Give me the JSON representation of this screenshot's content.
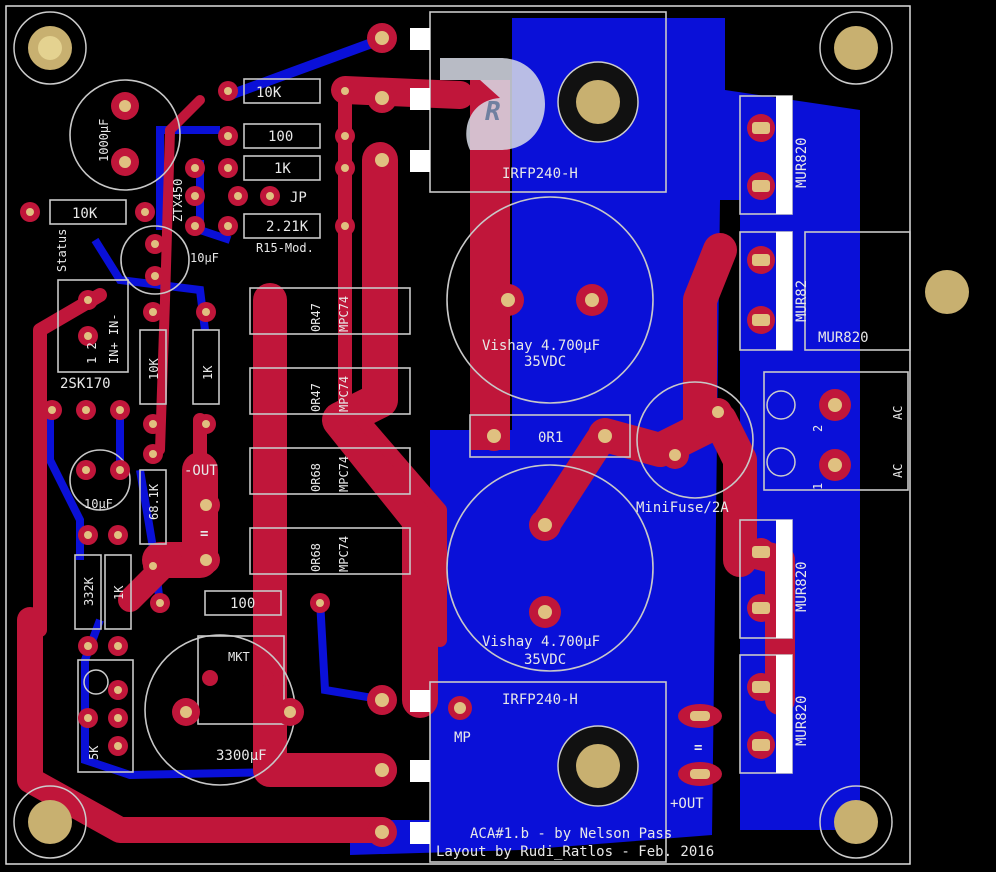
{
  "colors": {
    "background": "#000000",
    "top_copper": "#c0163a",
    "bottom_copper": "#0a10d8",
    "pad": "#e0c080",
    "silk": "#d0d0d0",
    "mount": "#c8b070"
  },
  "labels": {
    "r10k_top": "10K",
    "r100_top": "100",
    "r1k_top": "1K",
    "r221k": "2.21K",
    "r15": "R15-Mod.",
    "jp": "JP",
    "cap1000": "1000μF",
    "ztx": "ZTX450",
    "cap10a": "10μF",
    "r10k_left": "10K",
    "status": "Status",
    "in": "IN+ IN-",
    "in_num": "1 2",
    "jfet": "2SK170",
    "r10k_v": "10K",
    "r1k_v": "1K",
    "cap10b": "10μF",
    "r681": "68.1K",
    "out_neg": "-OUT",
    "r332": "332K",
    "r1k_v2": "1K",
    "r100_mid": "100",
    "pot": "5K",
    "cap3300": "3300μF",
    "mkt": "MKT",
    "r047a": "0R47",
    "mpc_a": "MPC74",
    "r047b": "0R47",
    "mpc_b": "MPC74",
    "r068a": "0R68",
    "mpc_c": "MPC74",
    "r068b": "0R68",
    "mpc_d": "MPC74",
    "irfp_top": "IRFP240-H",
    "irfp_bot": "IRFP240-H",
    "mp": "MP",
    "vishay1": "Vishay 4.700μF",
    "vdc1": "35VDC",
    "vishay2": "Vishay 4.700μF",
    "vdc2": "35VDC",
    "r0r1": "0R1",
    "fuse": "MiniFuse/2A",
    "mur1": "MUR820",
    "mur2": "MUR82",
    "mur3": "MUR820",
    "mur4": "MUR820",
    "mur5": "MUR820",
    "ac1": "AC",
    "ac2": "AC",
    "term_1": "1",
    "term_2": "2",
    "out_pos": "+OUT",
    "credit1": "ACA#1.b - by Nelson Pass",
    "credit2": "Layout by Rudi_Ratlos - Feb. 2016",
    "equals1": "=",
    "equals2": "="
  }
}
